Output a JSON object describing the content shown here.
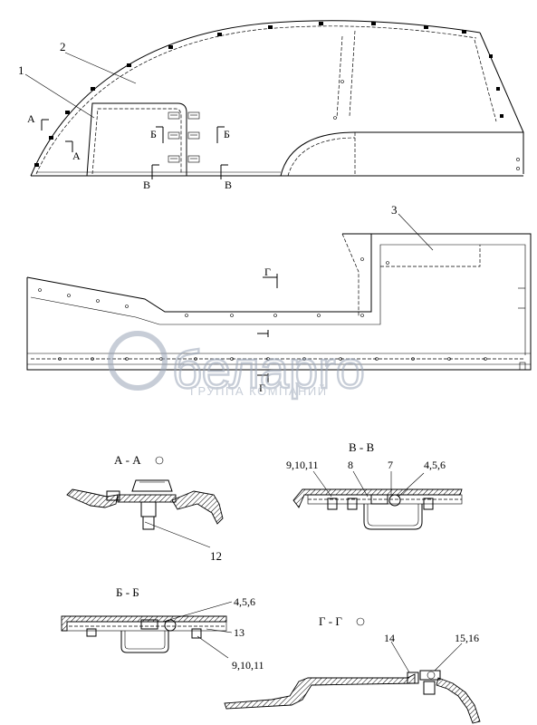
{
  "corner_mark": "",
  "callouts": {
    "top": [
      "1",
      "2"
    ],
    "middle": [
      "3"
    ],
    "aa": [
      "12"
    ],
    "vv": [
      "9,10,11",
      "8",
      "7",
      "4,5,6"
    ],
    "bb": [
      "4,5,6",
      "13",
      "9,10,11"
    ],
    "gg": [
      "14",
      "15,16"
    ]
  },
  "section_marks": {
    "a": "А",
    "b": "Б",
    "v": "В",
    "g": "Г"
  },
  "section_titles": {
    "aa": "А - А",
    "vv": "В - В",
    "bb": "Б - Б",
    "gg": "Г - Г"
  },
  "watermark": {
    "logo": "белаpro",
    "text": "ГРУППА КОМПАНИЙ"
  },
  "colors": {
    "line": "#000000",
    "watermark": "#9aa6b8"
  }
}
